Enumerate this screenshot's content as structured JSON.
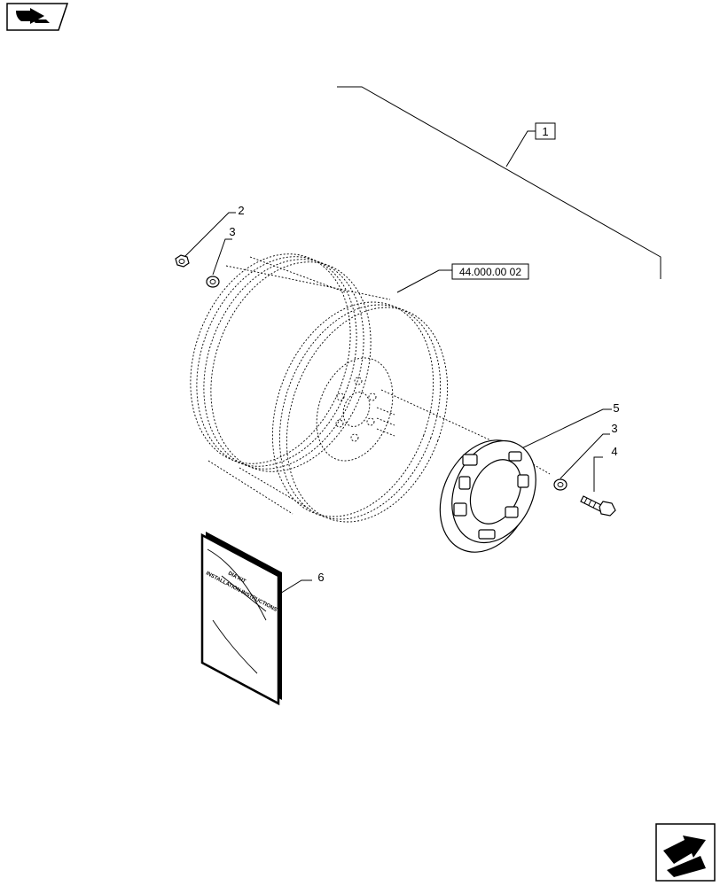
{
  "callouts": {
    "item_1": "1",
    "item_2": "2",
    "item_3a": "3",
    "item_3b": "3",
    "item_4": "4",
    "item_5": "5",
    "item_6": "6",
    "reference": "44.000.00 02"
  },
  "booklet": {
    "line_1": "DIA KIT",
    "line_2": "INSTALLATION INSTRUCTIONS"
  },
  "icons": {
    "top_left": "previous-page-arrow-icon",
    "bottom_right": "next-page-arrow-icon"
  }
}
